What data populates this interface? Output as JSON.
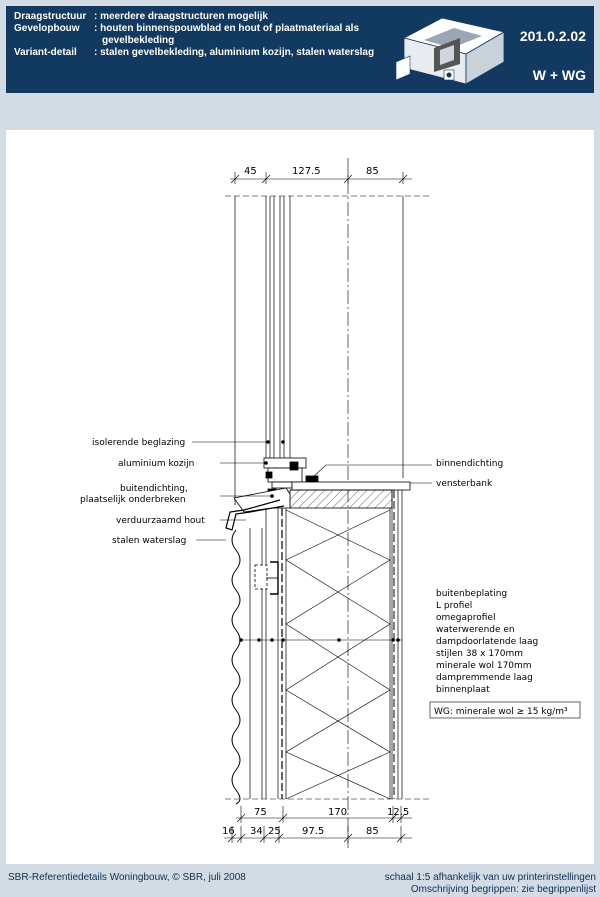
{
  "header": {
    "rows": [
      {
        "key": "Draagstructuur",
        "value": ": meerdere draagstructuren mogelijk"
      },
      {
        "key": "Gevelopbouw",
        "value": ": houten binnenspouwblad en hout of plaatmateriaal als"
      },
      {
        "key": "",
        "value": "gevelbekleding"
      },
      {
        "key": "Variant-detail",
        "value": ": stalen gevelbekleding, aluminium kozijn, stalen waterslag"
      }
    ],
    "code": "201.0.2.02",
    "variant_tag": "W + WG"
  },
  "drawing": {
    "dims_top": [
      "45",
      "127.5",
      "85"
    ],
    "dims_bottom_row1": [
      "75",
      "170",
      "12.5"
    ],
    "dims_bottom_row2": [
      "16",
      "34",
      "25",
      "97.5",
      "85"
    ],
    "labels_left": [
      "isolerende beglazing",
      "aluminium kozijn",
      "buitendichting,",
      "plaatselijk onderbreken",
      "verduurzaamd hout",
      "stalen waterslag"
    ],
    "labels_right_top": [
      "binnendichting",
      "vensterbank"
    ],
    "labels_right_list": [
      "buitenbeplating",
      "L profiel",
      "omegaprofiel",
      "waterwerende en",
      "dampdoorlatende laag",
      "stijlen 38 x 170mm",
      "minerale wol 170mm",
      "dampremmende laag",
      "binnenplaat"
    ],
    "wg_note": "WG: minerale wol ≥ 15 kg/m³"
  },
  "footer": {
    "left": "SBR-Referentiedetails Woningbouw, © SBR, juli 2008",
    "right1": "schaal 1:5 afhankelijk van uw printerinstellingen",
    "right2": "Omschrijving begrippen: zie begrippenlijst"
  }
}
